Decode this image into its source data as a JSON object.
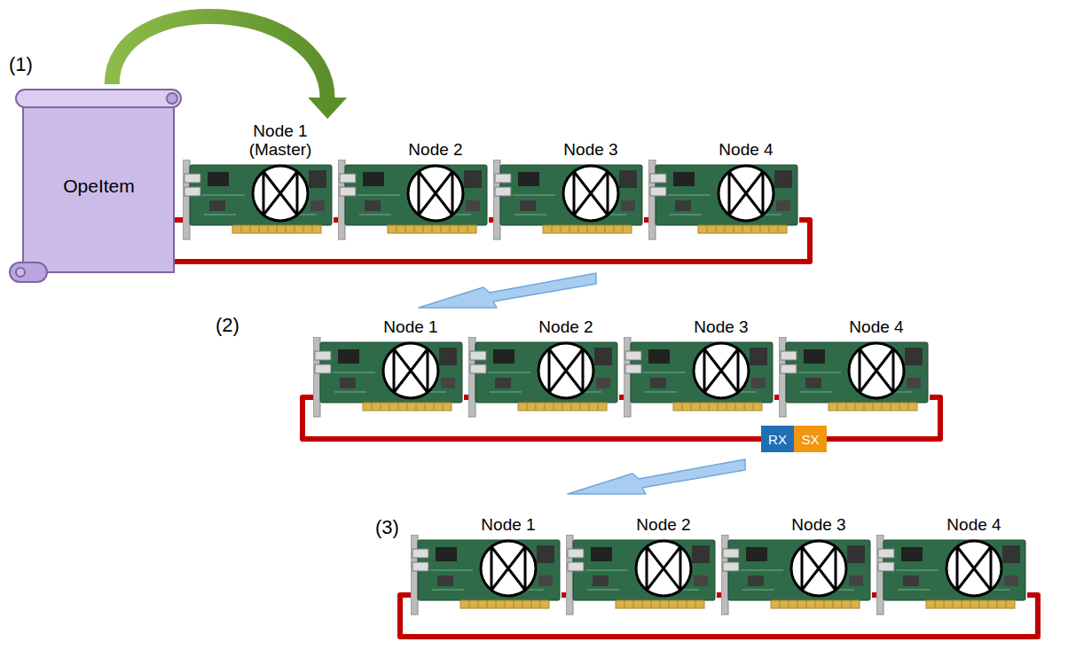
{
  "diagram": {
    "nodes": [
      {
        "text": [
          "OpeItem"
        ]
      },
      {
        "text": [
          "Node 1 (Master)"
        ]
      },
      {
        "text": [
          "Node 2"
        ]
      },
      {
        "text": [
          "Node 3"
        ]
      },
      {
        "text": [
          "Node 4"
        ]
      },
      {
        "text": [
          "Node 1"
        ]
      },
      {
        "text": [
          "Node 2"
        ]
      },
      {
        "text": [
          "Node 3"
        ]
      },
      {
        "text": [
          "Node 4"
        ]
      },
      {
        "text": [
          "RX"
        ]
      },
      {
        "text": [
          "SX"
        ]
      },
      {
        "text": [
          "Node 1"
        ]
      },
      {
        "text": [
          "Node 2"
        ]
      },
      {
        "text": [
          "Node 3"
        ]
      },
      {
        "text": [
          "Node 4"
        ]
      }
    ],
    "edges": [
      {
        "from": 0,
        "to": 1,
        "arrow": "to"
      },
      {
        "from": 1,
        "to": 2,
        "arrow": "none"
      },
      {
        "from": 2,
        "to": 3,
        "arrow": "none"
      },
      {
        "from": 3,
        "to": 4,
        "arrow": "none"
      },
      {
        "from": 4,
        "to": 1,
        "arrow": "none"
      },
      {
        "from": 5,
        "to": 6,
        "arrow": "none"
      },
      {
        "from": 6,
        "to": 7,
        "arrow": "none"
      },
      {
        "from": 7,
        "to": 8,
        "arrow": "none"
      },
      {
        "from": 8,
        "to": 5,
        "arrow": "none"
      },
      {
        "from": 11,
        "to": 12,
        "arrow": "none"
      },
      {
        "from": 12,
        "to": 13,
        "arrow": "none"
      },
      {
        "from": 13,
        "to": 14,
        "arrow": "none"
      },
      {
        "from": 14,
        "to": 11,
        "arrow": "none"
      }
    ],
    "labels": [
      "(1)",
      "(2)",
      "(3)"
    ]
  }
}
